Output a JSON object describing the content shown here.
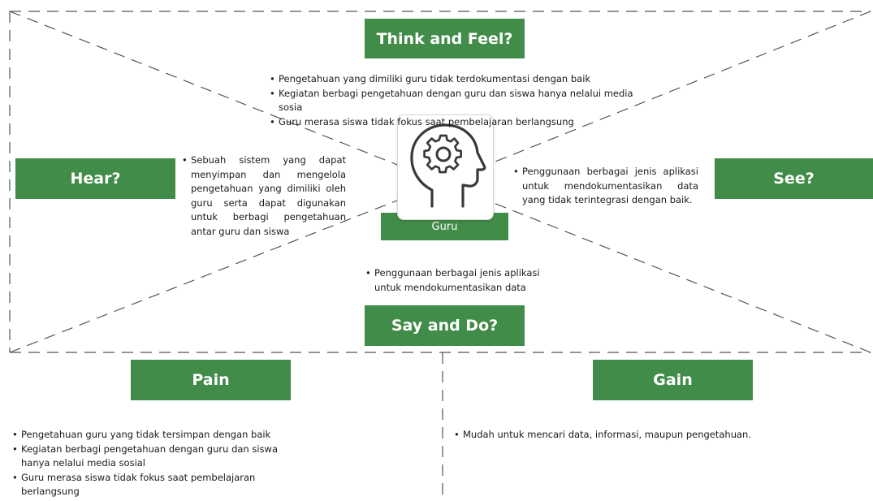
{
  "persona": {
    "label": "Guru",
    "icon": "head-gear-icon"
  },
  "colors": {
    "green": "#418c48",
    "line": "#555555"
  },
  "sections": {
    "think_feel": {
      "title": "Think and Feel?",
      "items": [
        "Pengetahuan yang dimiliki guru tidak terdokumentasi dengan baik",
        "Kegiatan berbagi pengetahuan dengan guru dan siswa hanya nelalui media sosia",
        "Guru merasa siswa tidak fokus saat pembelajaran berlangsung"
      ]
    },
    "hear": {
      "title": "Hear?",
      "items": [
        "Sebuah sistem yang dapat menyimpan dan mengelola pengetahuan yang dimiliki oleh guru serta dapat digunakan untuk berbagi pengetahuan antar guru dan siswa"
      ]
    },
    "see": {
      "title": "See?",
      "items": [
        "Penggunaan berbagai jenis aplikasi untuk mendokumentasikan data yang tidak terintegrasi dengan baik."
      ]
    },
    "say_do": {
      "title": "Say and Do?",
      "items": [
        "Penggunaan berbagai jenis aplikasi untuk mendokumentasikan data"
      ]
    },
    "pain": {
      "title": "Pain",
      "items": [
        "Pengetahuan guru yang tidak tersimpan dengan baik",
        "Kegiatan berbagi pengetahuan dengan guru dan siswa hanya nelalui media sosial",
        "Guru merasa siswa tidak fokus saat pembelajaran berlangsung"
      ]
    },
    "gain": {
      "title": "Gain",
      "items": [
        "Mudah untuk mencari data, informasi, maupun pengetahuan."
      ]
    }
  }
}
